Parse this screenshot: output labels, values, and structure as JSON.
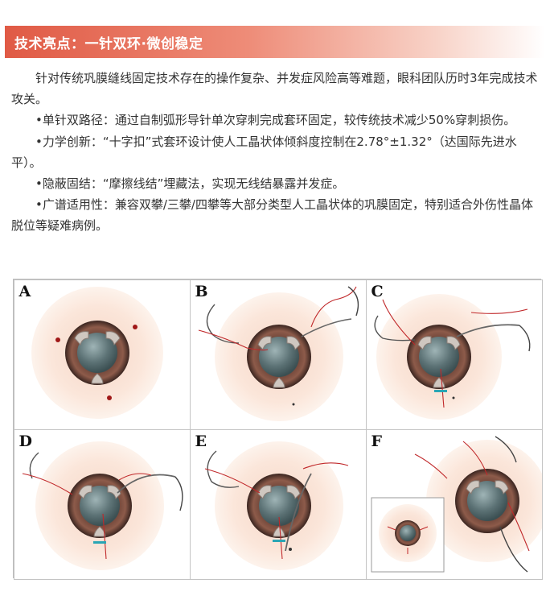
{
  "header": {
    "title": "技术亮点：一针双环·微创稳定",
    "accent_color": "#e05a45"
  },
  "paragraphs": [
    "针对传统巩膜缝线固定技术存在的操作复杂、并发症风险高等难题，眼科团队历时3年完成技术攻关。",
    "•单针双路径：通过自制弧形导针单次穿刺完成套环固定，较传统技术减少50%穿刺损伤。",
    "•力学创新：“十字扣”式套环设计使人工晶状体倾斜度控制在2.78°±1.32°（达国际先进水平）。",
    "•隐蔽固结：“摩擦线结”埋藏法，实现无线结暴露并发症。",
    "•广谱适用性：兼容双攀/三攀/四攀等大部分类型人工晶状体的巩膜固定，特别适合外伤性晶体脱位等疑难病例。"
  ],
  "figure": {
    "panels": [
      {
        "label": "A"
      },
      {
        "label": "B"
      },
      {
        "label": "C"
      },
      {
        "label": "D"
      },
      {
        "label": "E"
      },
      {
        "label": "F"
      }
    ]
  }
}
